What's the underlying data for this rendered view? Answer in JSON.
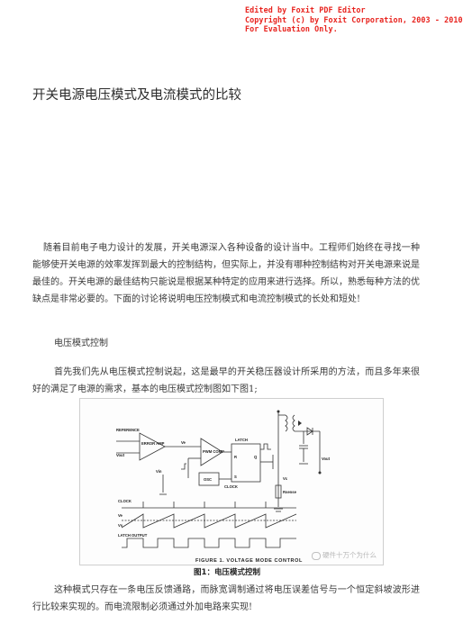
{
  "watermark": {
    "line1": "Edited by Foxit PDF Editor",
    "line2": "Copyright (c) by Foxit Corporation, 2003 - 2010",
    "line3": "For Evaluation Only."
  },
  "document": {
    "title": "开关电源电压模式及电流模式的比较",
    "para1": "随着目前电子电力设计的发展，开关电源深入各种设备的设计当中。工程师们始终在寻找一种能够使开关电源的效率发挥到最大的控制结构，但实际上，并没有哪种控制结构对开关电源来说是最佳的。开关电源的最佳结构只能说是根据某种特定的应用来进行选择。所以，熟悉每种方法的优缺点是非常必要的。下面的讨论将说明电压控制模式和电流控制模式的长处和短处!",
    "heading1": "电压模式控制",
    "para2": "首先我们先从电压模式控制说起，这是最早的开关稳压器设计所采用的方法，而且多年来很好的满足了电源的需求，基本的电压模式控制图如下图1;",
    "para3": "这种模式只存在一条电压反馈通路，而脉宽调制通过将电压误差信号与一个恒定斜坡波形进行比较来实现的。而电流限制必须通过外加电路来实现!"
  },
  "figure": {
    "caption": "图1：电压模式控制",
    "inner_caption": "FIGURE 1. VOLTAGE MODE CONTROL",
    "wechat_source": "硬件十万个为什么",
    "labels": {
      "reference": "REFERENCE",
      "vout_in": "Vout",
      "error_amp": "ERROR AMP",
      "ve": "Ve",
      "pwm_comp": "PWM COMP",
      "latch": "LATCH",
      "r": "R",
      "s": "S",
      "q": "Q",
      "vin": "Vin",
      "osc": "OSC",
      "clock": "CLOCK",
      "vout_right": "Vout",
      "vc": "Vc",
      "rsense": "Rsense",
      "wave_clock": "CLOCK",
      "wave_ve": "Ve",
      "wave_vs": "Vs",
      "wave_latch": "LATCH OUTPUT"
    }
  }
}
